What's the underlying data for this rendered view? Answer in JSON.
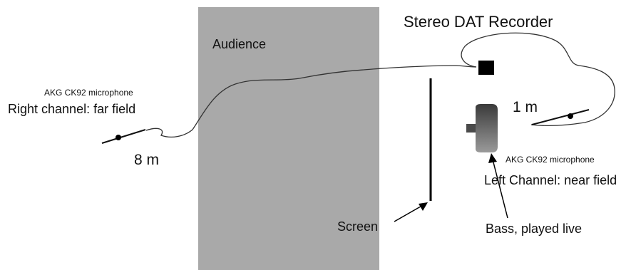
{
  "title": "Stereo DAT Recorder",
  "audience": {
    "label": "Audience",
    "color": "#a9a9a9"
  },
  "right_mic": {
    "model": "AKG CK92 microphone",
    "channel": "Right channel: far field",
    "distance": "8 m"
  },
  "left_mic": {
    "model": "AKG CK92 microphone",
    "channel": "Left Channel: near field",
    "distance": "1 m"
  },
  "screen_label": "Screen",
  "bass_label": "Bass, played live",
  "colors": {
    "ink": "#111111",
    "audience_fill": "#a9a9a9",
    "bass_dark": "#3a3a3a",
    "bass_light": "#9a9a9a"
  }
}
